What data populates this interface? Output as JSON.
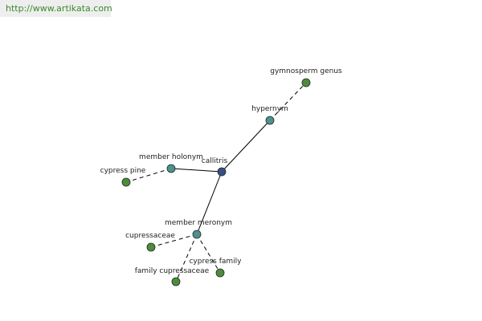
{
  "watermark": {
    "url": "http://www.artikata.com"
  },
  "colors": {
    "center_node": "#3a4e86",
    "relation_node": "#4f8f8f",
    "leaf_node": "#4f8a3f",
    "node_stroke": "#1e2e1e",
    "edge": "#000000",
    "url_text": "#3a8a2a",
    "url_bg": "#eeeeee"
  },
  "graph": {
    "nodes": [
      {
        "id": "callitris",
        "label": "callitris",
        "kind": "center"
      },
      {
        "id": "hypernym",
        "label": "hypernym",
        "kind": "relation"
      },
      {
        "id": "gymnosperm-genus",
        "label": "gymnosperm genus",
        "kind": "leaf"
      },
      {
        "id": "member-holonym",
        "label": "member holonym",
        "kind": "relation"
      },
      {
        "id": "cypress-pine",
        "label": "cypress pine",
        "kind": "leaf"
      },
      {
        "id": "member-meronym",
        "label": "member meronym",
        "kind": "relation"
      },
      {
        "id": "cupressaceae",
        "label": "cupressaceae",
        "kind": "leaf"
      },
      {
        "id": "family-cupressaceae",
        "label": "family cupressaceae",
        "kind": "leaf"
      },
      {
        "id": "cypress-family",
        "label": "cypress family",
        "kind": "leaf"
      }
    ],
    "edges": [
      {
        "from": "callitris",
        "to": "hypernym",
        "style": "solid"
      },
      {
        "from": "hypernym",
        "to": "gymnosperm-genus",
        "style": "dashed"
      },
      {
        "from": "callitris",
        "to": "member-holonym",
        "style": "solid"
      },
      {
        "from": "member-holonym",
        "to": "cypress-pine",
        "style": "dashed"
      },
      {
        "from": "callitris",
        "to": "member-meronym",
        "style": "solid"
      },
      {
        "from": "member-meronym",
        "to": "cupressaceae",
        "style": "dashed"
      },
      {
        "from": "member-meronym",
        "to": "family-cupressaceae",
        "style": "dashed"
      },
      {
        "from": "member-meronym",
        "to": "cypress-family",
        "style": "dashed"
      }
    ]
  }
}
